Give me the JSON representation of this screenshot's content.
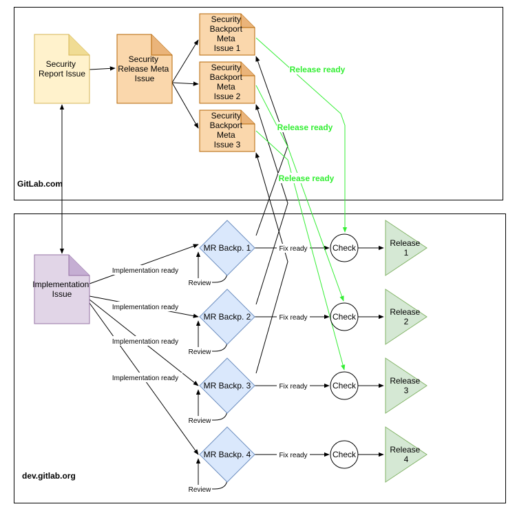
{
  "zones": {
    "gitlab": "GitLab.com",
    "dev": "dev.gitlab.org"
  },
  "documents": {
    "security_report": [
      "Security",
      "Report Issue"
    ],
    "security_release_meta": [
      "Security",
      "Release Meta",
      "Issue"
    ],
    "backport_meta_1": [
      "Security",
      "Backport",
      "Meta",
      "Issue 1"
    ],
    "backport_meta_2": [
      "Security",
      "Backport",
      "Meta",
      "Issue 2"
    ],
    "backport_meta_3": [
      "Security",
      "Backport",
      "Meta",
      "Issue 3"
    ],
    "implementation": [
      "Implementation",
      "Issue"
    ]
  },
  "merge_requests": [
    "MR Backp. 1",
    "MR Backp. 2",
    "MR Backp. 3",
    "MR Backp. 4"
  ],
  "checks": [
    "Check",
    "Check",
    "Check",
    "Check"
  ],
  "releases": [
    [
      "Release",
      "1"
    ],
    [
      "Release",
      "2"
    ],
    [
      "Release",
      "3"
    ],
    [
      "Release",
      "4"
    ]
  ],
  "edge_labels": {
    "implementation_ready": "Implementation ready",
    "review": "Review",
    "fix_ready": "Fix ready",
    "release_ready": "Release ready"
  },
  "colors": {
    "doc_yellow_fill": "#fff2cc",
    "doc_yellow_stroke": "#d6b656",
    "doc_orange_fill": "#fad7ac",
    "doc_orange_stroke": "#b46504",
    "doc_purple_fill": "#e1d5e7",
    "doc_purple_stroke": "#9673a6",
    "mr_fill": "#dae8fc",
    "mr_stroke": "#6c8ebf",
    "release_fill": "#d5e8d4",
    "release_stroke": "#82b366",
    "release_ready_green": "#33ee33"
  }
}
